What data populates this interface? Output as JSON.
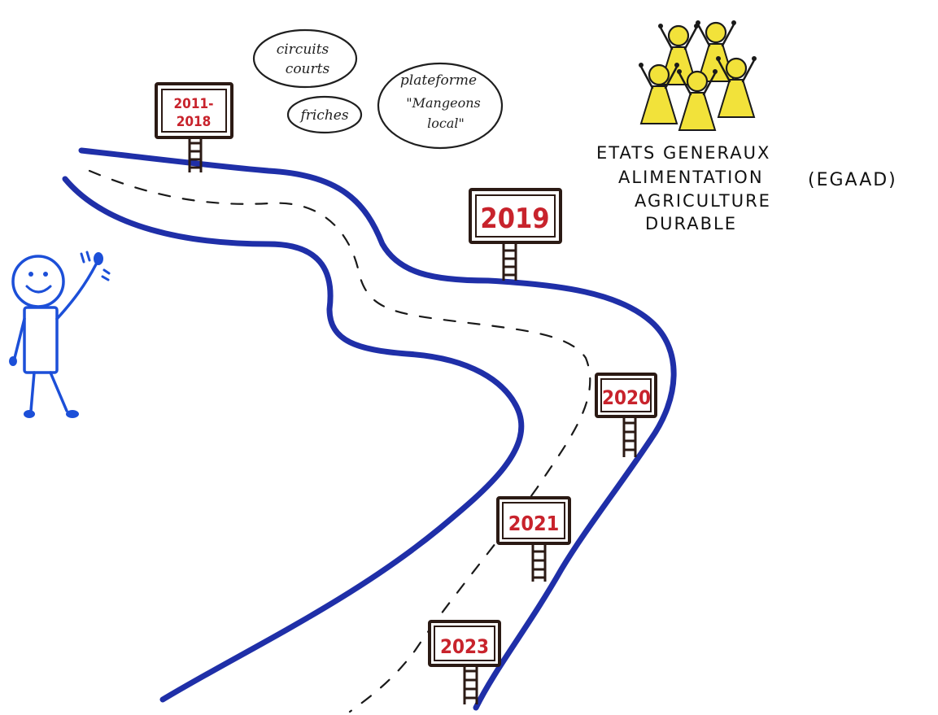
{
  "colors": {
    "road": "#1f2fa8",
    "sign_frame": "#2b1a14",
    "sign_text": "#c8232c",
    "person": "#1c4fd8",
    "people_fill": "#f2e23a",
    "people_stroke": "#1a1a1a",
    "bubble_stroke": "#1f1f1f"
  },
  "signs": [
    {
      "key": "sign-2011",
      "line1": "2011-",
      "line2": "2018"
    },
    {
      "key": "sign-2019",
      "line1": "2019",
      "line2": ""
    },
    {
      "key": "sign-2020",
      "line1": "2020",
      "line2": ""
    },
    {
      "key": "sign-2021",
      "line1": "2021",
      "line2": ""
    },
    {
      "key": "sign-2023",
      "line1": "2023",
      "line2": ""
    }
  ],
  "bubbles": {
    "circuits": {
      "line1": "circuits",
      "line2": "courts"
    },
    "friches": {
      "line1": "friches"
    },
    "plateforme": {
      "line1": "plateforme",
      "line2": "\"Mangeons",
      "line3": "local\""
    }
  },
  "egaad": {
    "line1": "ETATS GENERAUX",
    "line2": "ALIMENTATION",
    "line3": "AGRICULTURE",
    "line4": "DURABLE",
    "acronym": "(EGAAD)"
  },
  "person_icon": "waving-stick-figure-icon",
  "group_icon": "group-of-people-cheering-icon"
}
